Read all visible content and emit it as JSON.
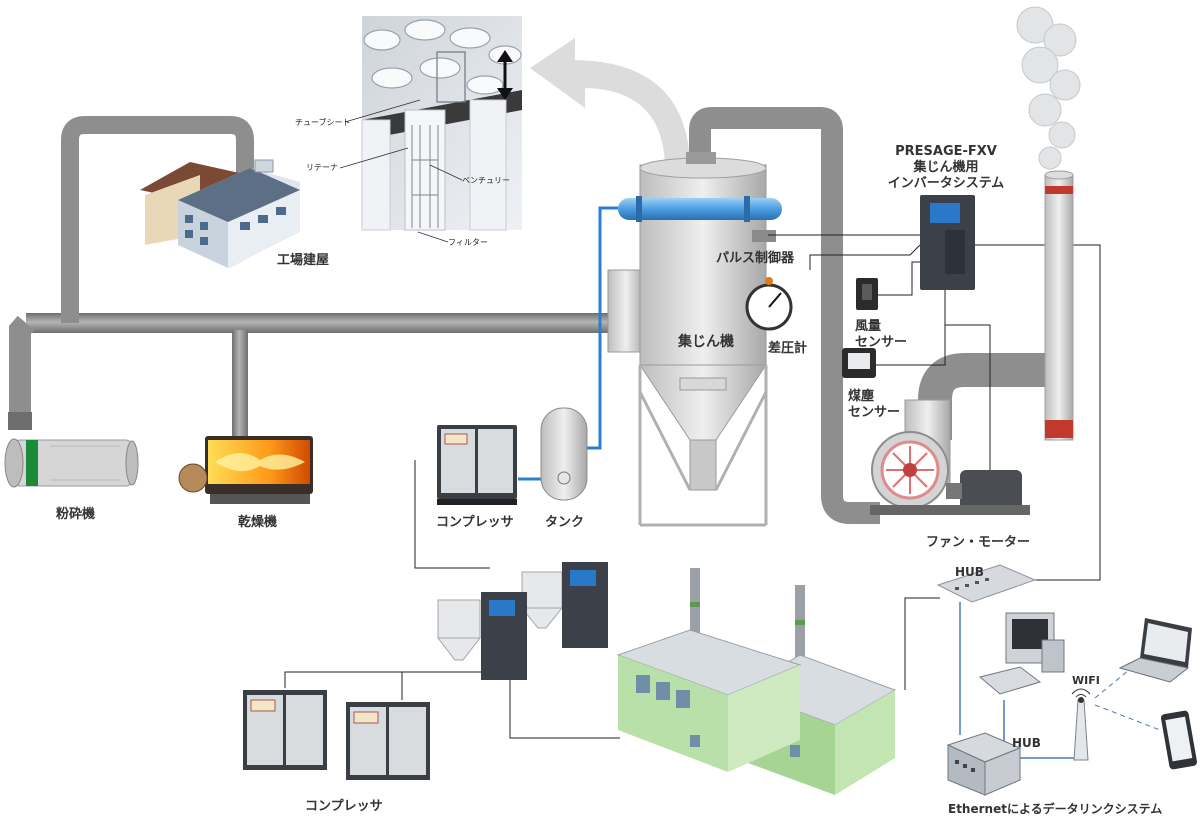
{
  "labels": {
    "factory_building": "工場建屋",
    "pulverizer": "粉砕機",
    "dryer": "乾燥機",
    "compressor_top": "コンプレッサ",
    "tank": "タンク",
    "dust_collector": "集じん機",
    "pulse_controller": "パルス制御器",
    "diff_pressure_gauge": "差圧計",
    "airflow_sensor_line1": "風量",
    "airflow_sensor_line2": "センサー",
    "soot_sensor_line1": "煤塵",
    "soot_sensor_line2": "センサー",
    "fan_motor": "ファン・モーター",
    "system_title_line1": "PRESAGE-FXV",
    "system_title_line2": "集じん機用",
    "system_title_line3": "インバータシステム",
    "hub_top": "HUB",
    "hub_bottom": "HUB",
    "wifi": "WIFI",
    "compressor_bottom": "コンプレッサ",
    "ethernet_caption": "Ethernetによるデータリンクシステム"
  },
  "inset_labels": {
    "tube_sheet": "チューブシート",
    "retainer": "リテーナ",
    "venturi": "ベンチュリー",
    "filter": "フィルター"
  },
  "colors": {
    "pipe": "#8e8e8e",
    "blue_line": "#2a7fd0",
    "building_green": "#b8e0a8",
    "label": "#333333"
  }
}
